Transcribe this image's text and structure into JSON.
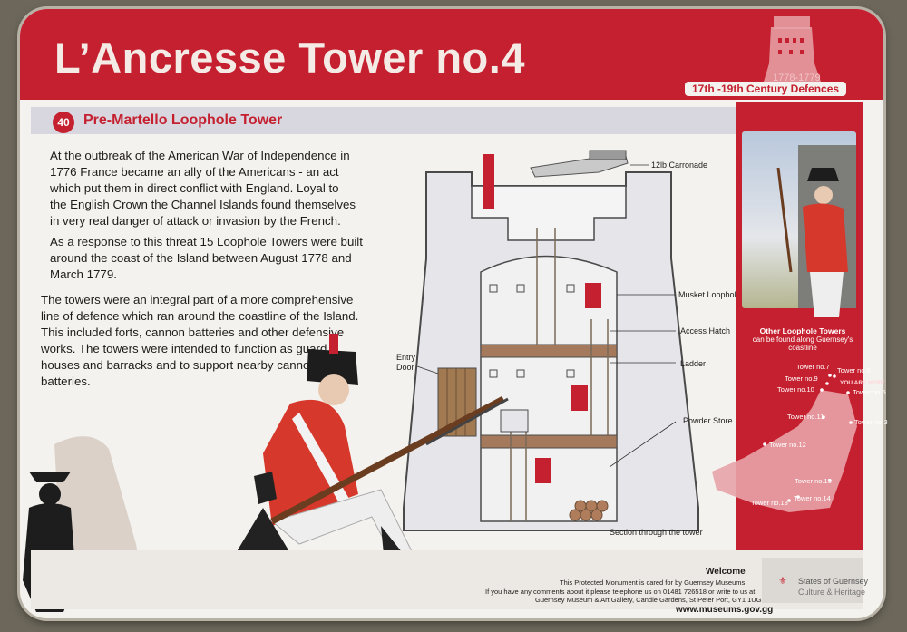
{
  "header": {
    "title": "L’Ancresse Tower no.4",
    "years": "1778-1779",
    "era": "17th -19th Century Defences"
  },
  "subheader": {
    "number": "40",
    "title": "Pre-Martello Loophole Tower"
  },
  "body": {
    "p1": "At the outbreak of the American War of Independence in 1776 France became an ally of the Americans - an act which put them in direct conflict with England. Loyal to the English Crown the Channel Islands found themselves in very real danger of attack or invasion by the French.",
    "p2": "As a response to this threat 15 Loophole Towers were built around the coast of the Island between August 1778 and March 1779.",
    "p3": "The towers were an integral part of a more comprehensive line of defence which ran around the coastline of the Island. This included forts, cannon batteries and other defensive works. The towers were intended to function as guard houses and barracks and to support nearby cannon batteries."
  },
  "diagram": {
    "carronade": "12lb Carronade",
    "musket": "Musket Loophole",
    "hatch": "Access Hatch",
    "ladder": "Ladder",
    "powder": "Powder Store",
    "entry1": "Entry",
    "entry2": "Door",
    "caption": "Section through the tower"
  },
  "sidebar": {
    "heading": "Other Loophole Towers",
    "subheading": "can be found along Guernsey's coastline",
    "here": "YOU ARE HERE",
    "towers": {
      "t7": "Tower no.7",
      "t6": "Tower no.6",
      "t9": "Tower no.9",
      "t10": "Tower no.10",
      "t5": "Tower no.5",
      "t11": "Tower no.11",
      "t3": "Tower no.3",
      "t12": "Tower no.12",
      "t15": "Tower no.15",
      "t14": "Tower no.14",
      "t13": "Tower no.13"
    }
  },
  "footer": {
    "welcome": "Welcome",
    "line1": "This Protected Monument is cared for by Guernsey Museums",
    "line2": "If you have any comments about it please telephone us on 01481 726518 or write to us at",
    "line3": "Guernsey Museum & Art Gallery, Candie Gardens, St Peter Port, GY1 1UG",
    "url": "www.museums.gov.gg",
    "org1": "States of Guernsey",
    "org2": "Culture & Heritage"
  },
  "colors": {
    "brand_red": "#c5202f",
    "board": "#f4f2ee",
    "text": "#1f1c1a"
  }
}
